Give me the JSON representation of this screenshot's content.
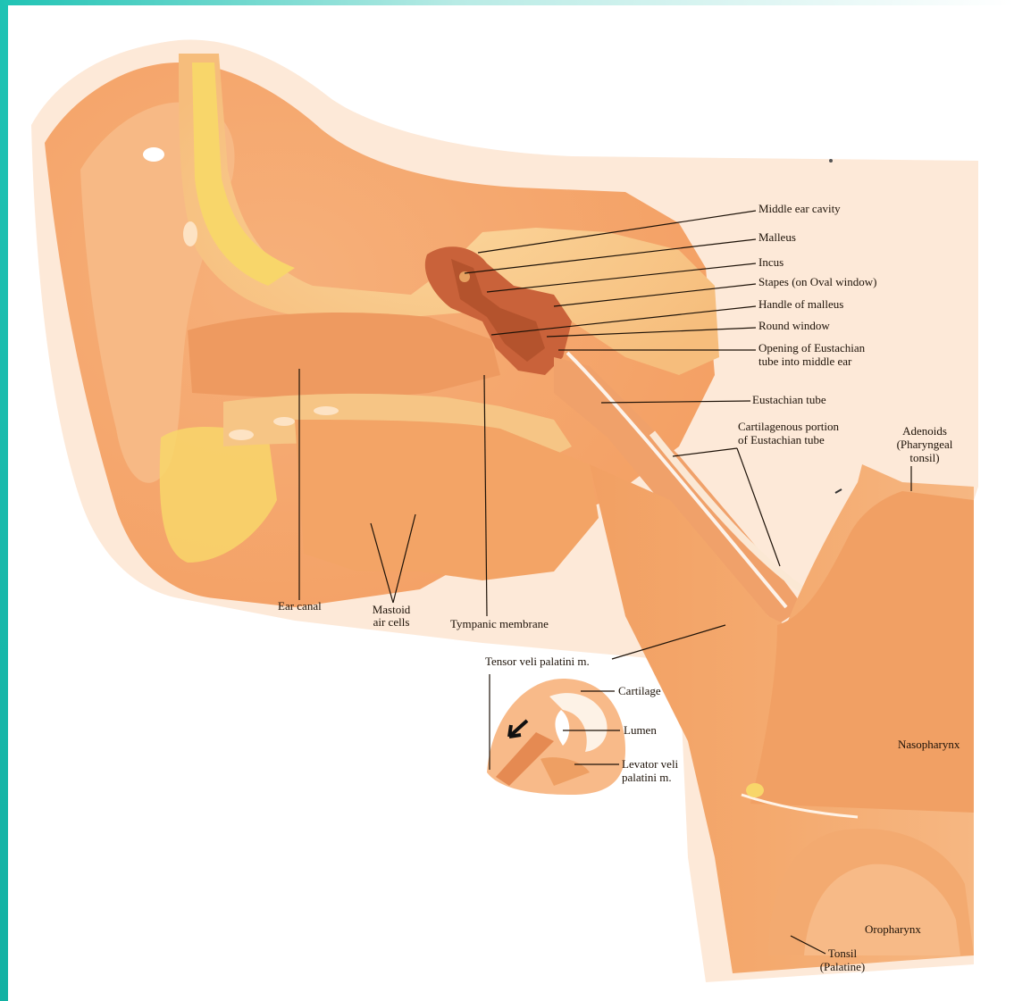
{
  "labels": {
    "middle_ear_cavity": "Middle ear cavity",
    "malleus": "Malleus",
    "incus": "Incus",
    "stapes": "Stapes (on Oval window)",
    "handle_of_malleus": "Handle of malleus",
    "round_window": "Round window",
    "opening_eustachian_1": "Opening of Eustachian",
    "opening_eustachian_2": "tube into middle ear",
    "eustachian_tube": "Eustachian tube",
    "cartilagenous_1": "Cartilagenous portion",
    "cartilagenous_2": "of Eustachian tube",
    "adenoids_1": "Adenoids",
    "adenoids_2": "(Pharyngeal",
    "adenoids_3": "tonsil)",
    "ear_canal": "Ear canal",
    "mastoid_1": "Mastoid",
    "mastoid_2": "air cells",
    "tympanic_membrane": "Tympanic membrane",
    "tensor_veli": "Tensor veli palatini m.",
    "cartilage": "Cartilage",
    "lumen": "Lumen",
    "levator_1": "Levator veli",
    "levator_2": "palatini m.",
    "nasopharynx": "Nasopharynx",
    "oropharynx": "Oropharynx",
    "tonsil_1": "Tonsil",
    "tonsil_2": "(Palatine)"
  },
  "colors": {
    "frame": "#1fc3b4",
    "tissue_light": "#f9c58e",
    "tissue_mid": "#f3a56b",
    "tissue_dark": "#e88a55",
    "bone_yellow": "#f8d66a",
    "cavity_dark": "#c9623a",
    "leader_line": "#1d1208"
  }
}
